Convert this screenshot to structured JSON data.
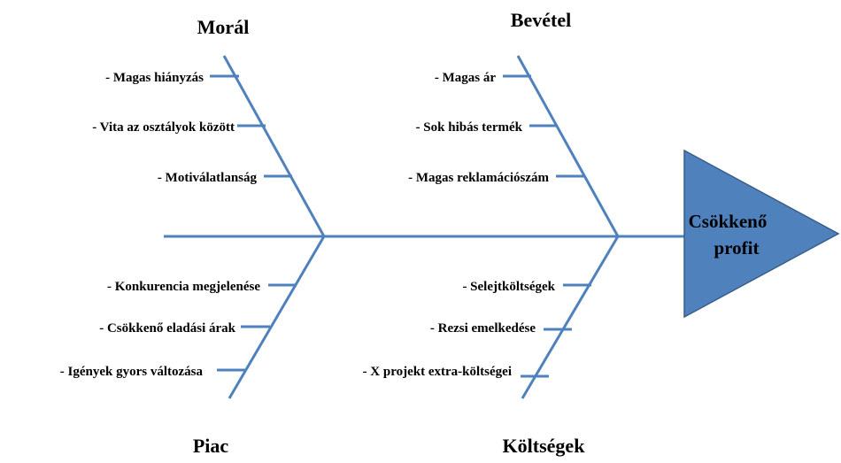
{
  "effect": {
    "line1": "Csökkenő",
    "line2": "profit"
  },
  "categories": {
    "moral": {
      "label": "Morál",
      "causes": [
        "- Magas hiányzás",
        "- Vita  az osztályok között",
        "- Motiválatlanság"
      ]
    },
    "bevetel": {
      "label": "Bevétel",
      "causes": [
        "- Magas ár",
        "- Sok hibás termék",
        "- Magas reklamációszám"
      ]
    },
    "piac": {
      "label": "Piac",
      "causes": [
        "- Konkurencia megjelenése",
        "- Csökkenő eladási árak",
        "- Igények gyors változása"
      ]
    },
    "koltsegek": {
      "label": "Költségek",
      "causes": [
        "- Selejtköltségek",
        "- Rezsi emelkedése",
        "- X projekt extra-költségei"
      ]
    }
  },
  "colors": {
    "bone": "#4f81bd",
    "head_fill": "#4f81bd",
    "head_border": "#385d8a",
    "text": "#000000"
  }
}
